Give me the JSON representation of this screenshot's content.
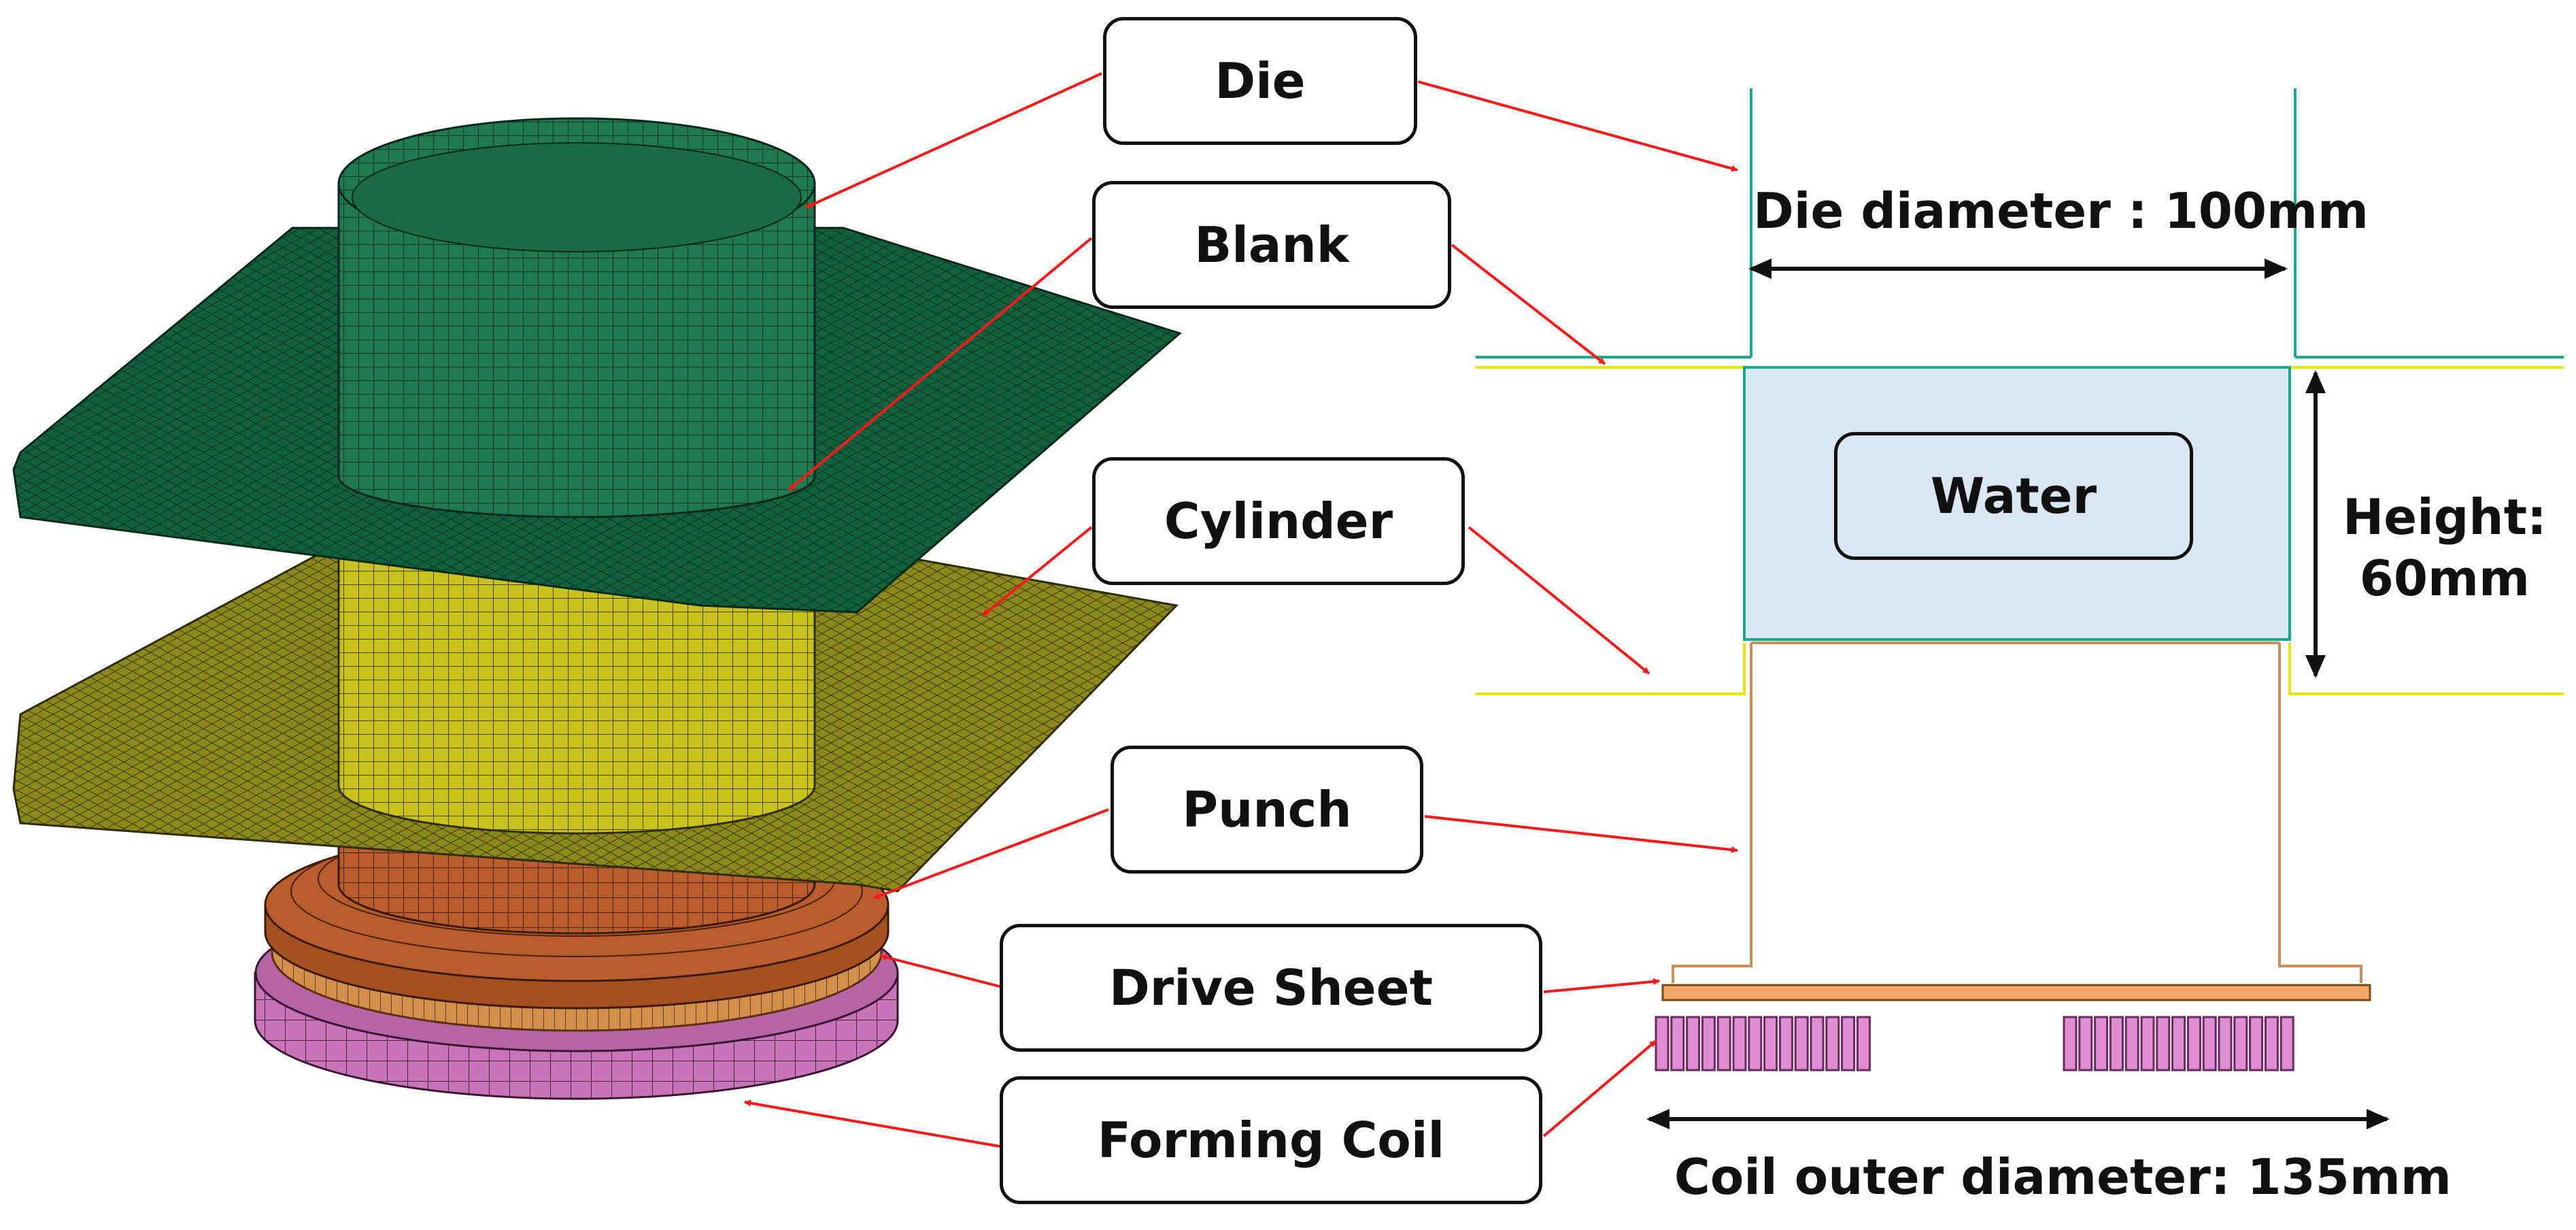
{
  "labels": {
    "die": "Die",
    "blank": "Blank",
    "cylinder": "Cylinder",
    "punch": "Punch",
    "drive_sheet": "Drive Sheet",
    "forming_coil": "Forming Coil",
    "water": "Water"
  },
  "dimensions": {
    "die_diameter": "Die diameter : 100mm",
    "height_line1": "Height:",
    "height_line2": "60mm",
    "coil_outer_diameter": "Coil outer diameter: 135mm"
  },
  "colors": {
    "die_green": "#1d6b4a",
    "blank_green": "#0f5a3c",
    "cylinder_yellow": "#c3bb16",
    "sheet_yellow": "#8f8a1c",
    "punch_orange": "#b65a2a",
    "drive_sheet_tan": "#d08a46",
    "coil_pink": "#c872b8",
    "water_blue": "#dbe6f4",
    "leader_red": "#ff1a1a",
    "section_teal": "#1aa88a",
    "section_yellow": "#e8e400",
    "section_brown": "#c89060"
  }
}
